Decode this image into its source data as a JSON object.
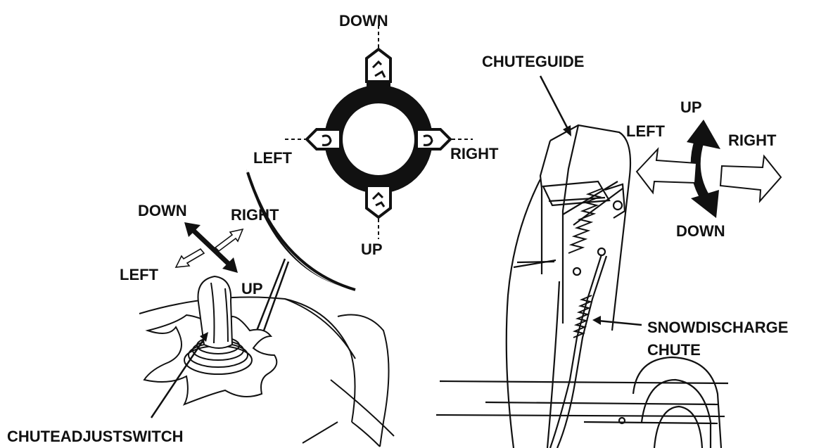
{
  "colors": {
    "ink": "#111111",
    "paper": "#ffffff",
    "outline_arrow": "#ffffff"
  },
  "icons": [
    "chute-direction-plate-icon",
    "joystick-lever-icon",
    "up-down-arrow-icon",
    "left-right-arrow-icon",
    "spring-icon"
  ],
  "labels": {
    "plate_down": "DOWN",
    "plate_up": "UP",
    "plate_left": "LEFT",
    "plate_right": "RIGHT",
    "lever_down": "DOWN",
    "lever_right": "RIGHT",
    "lever_left": "LEFT",
    "lever_up": "UP",
    "chute_up": "UP",
    "chute_left": "LEFT",
    "chute_right": "RIGHT",
    "chute_down": "DOWN",
    "chute_guide": "CHUTEGUIDE",
    "snow_discharge_chute_line1": "SNOWDISCHARGE",
    "snow_discharge_chute_line2": "CHUTE",
    "chute_adjust_switch": "CHUTEADJUSTSWITCH"
  }
}
